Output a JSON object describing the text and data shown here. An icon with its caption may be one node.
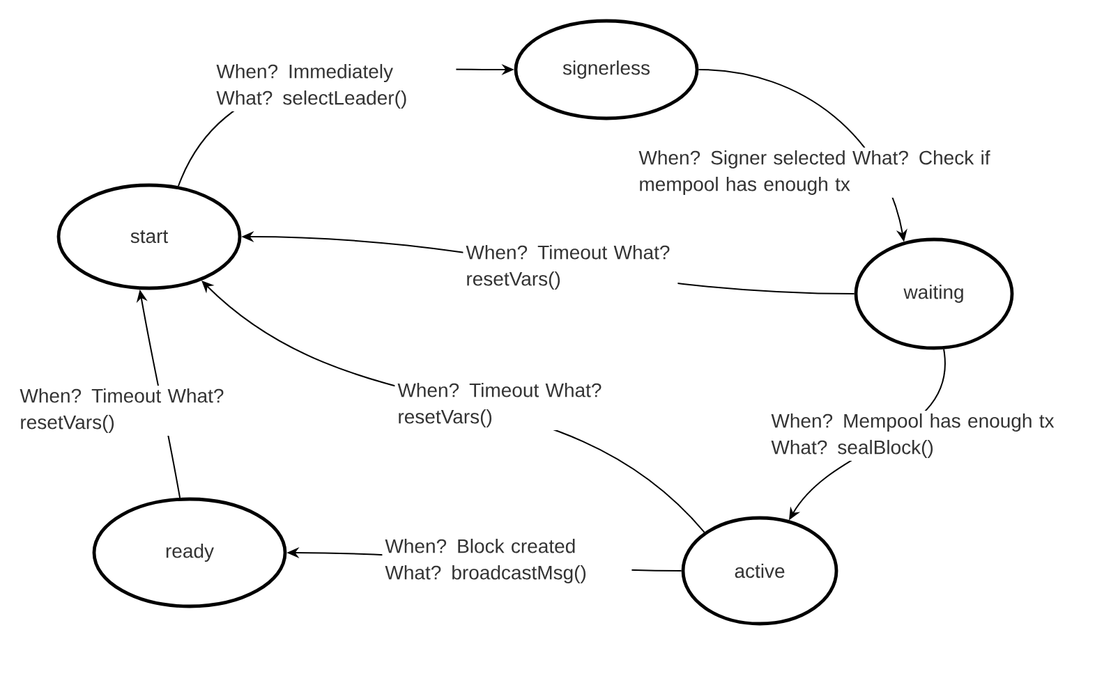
{
  "diagram": {
    "nodes": [
      {
        "text": [
          "start"
        ]
      },
      {
        "text": [
          "signerless"
        ]
      },
      {
        "text": [
          "waiting"
        ]
      },
      {
        "text": [
          "active"
        ]
      },
      {
        "text": [
          "ready"
        ]
      }
    ],
    "edges": [
      {
        "from": 0,
        "to": 1,
        "arrow": "to",
        "label": "When? Immediately What? selectLeader()"
      },
      {
        "from": 1,
        "to": 2,
        "arrow": "to",
        "label": "When? Signer selected What? Check if mempool has enough tx"
      },
      {
        "from": 2,
        "to": 0,
        "arrow": "to",
        "label": "When? Timeout What? resetVars()"
      },
      {
        "from": 2,
        "to": 3,
        "arrow": "to",
        "label": "When? Mempool has enough tx What? sealBlock()"
      },
      {
        "from": 3,
        "to": 0,
        "arrow": "to",
        "label": "When? Timeout What? resetVars()"
      },
      {
        "from": 3,
        "to": 4,
        "arrow": "to",
        "label": "When? Block created What? broadcastMsg()"
      },
      {
        "from": 4,
        "to": 0,
        "arrow": "to",
        "label": "When? Timeout What? resetVars()"
      }
    ]
  }
}
